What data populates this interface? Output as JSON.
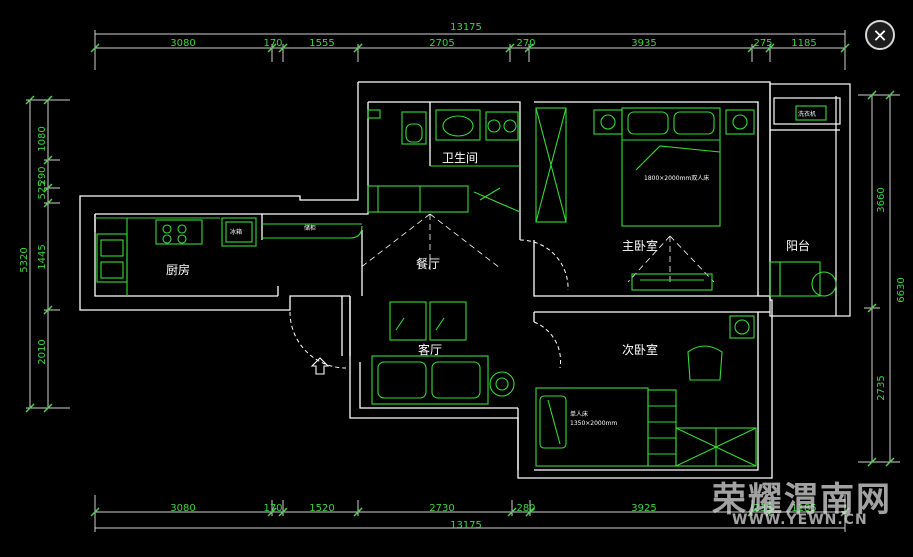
{
  "dims": {
    "top": {
      "total": "13175",
      "segments": [
        "3080",
        "170",
        "1555",
        "2705",
        "270",
        "3935",
        "275",
        "1185"
      ]
    },
    "bottom": {
      "total": "13175",
      "segments": [
        "3080",
        "170",
        "1520",
        "2730",
        "280",
        "3925",
        "235",
        "1185"
      ]
    },
    "left": [
      "1080",
      "525",
      "290",
      "1445",
      "5320",
      "2010"
    ],
    "right": [
      "3660",
      "6630",
      "2735"
    ]
  },
  "rooms": {
    "bathroom": "卫生间",
    "kitchen": "厨房",
    "dining": "餐厅",
    "living": "客厅",
    "master": "主卧室",
    "second": "次卧室",
    "balcony": "阳台"
  },
  "labels": {
    "double_bed": "1800×2000mm双人床",
    "single_bed_line1": "单人床",
    "single_bed_line2": "1350×2000mm",
    "fridge": "冰箱",
    "cabinet": "储柜",
    "washer": "洗衣机"
  },
  "ui": {
    "close_glyph": "✕",
    "watermark": "荣耀渭南网",
    "watermark_url": "WWW.YEWN.CN"
  }
}
